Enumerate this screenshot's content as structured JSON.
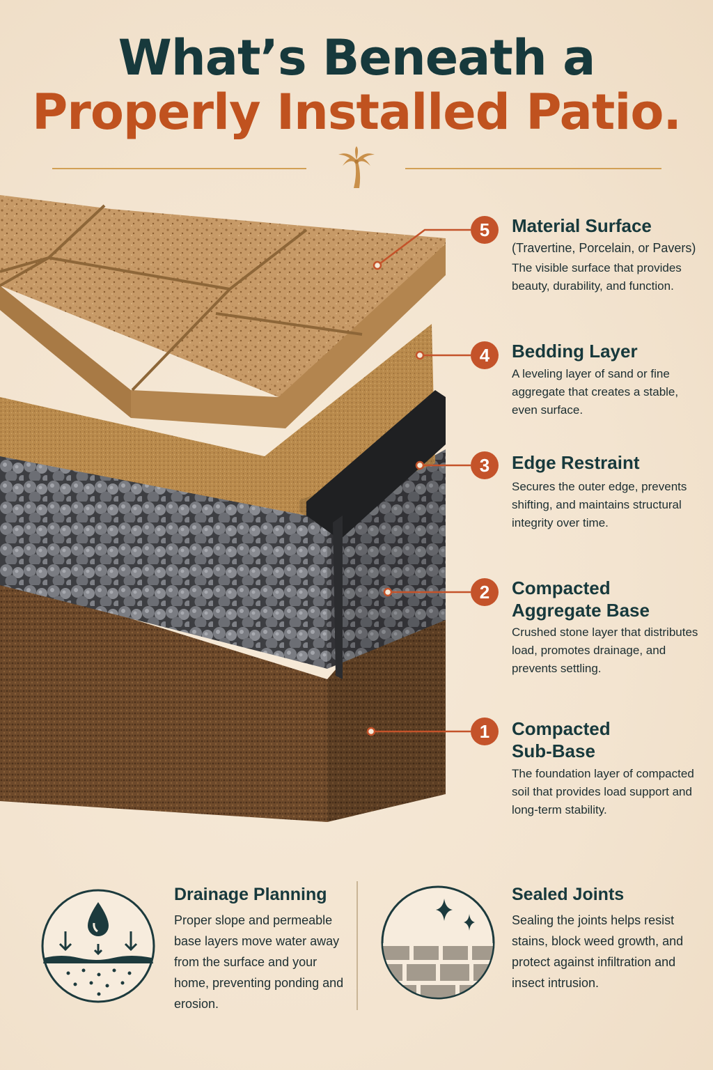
{
  "header": {
    "title_line1": "What’s Beneath a",
    "title_line2": "Properly Installed Patio."
  },
  "colors": {
    "navy": "#17393c",
    "accent": "#c0521f",
    "badge": "#c4532a",
    "gold": "#d2a055",
    "background": "#f3e4d0"
  },
  "decor": {
    "divider_icon": "palm-tree-icon"
  },
  "layers": [
    {
      "number": "5",
      "title": "Material Surface",
      "subtitle": "(Travertine, Porcelain, or Pavers)",
      "description": "The visible surface that provides beauty, durability, and function."
    },
    {
      "number": "4",
      "title": "Bedding Layer",
      "description": "A leveling layer of sand or fine aggregate that creates a stable, even surface."
    },
    {
      "number": "3",
      "title": "Edge Restraint",
      "description": "Secures the outer edge, prevents shifting, and maintains structural integrity over time."
    },
    {
      "number": "2",
      "title": "Compacted\nAggregate Base",
      "description": "Crushed stone layer that distributes load, promotes drainage, and prevents settling."
    },
    {
      "number": "1",
      "title": "Compacted\nSub-Base",
      "description": "The foundation layer of compacted soil that provides load support and long-term stability."
    }
  ],
  "features": [
    {
      "title": "Drainage Planning",
      "icon": "water-drop-icon",
      "description": "Proper slope and permeable base layers move water away from the surface and your home, preventing ponding and erosion."
    },
    {
      "title": "Sealed Joints",
      "icon": "sparkle-icon",
      "description": "Sealing the joints helps resist stains, block weed growth, and protect against infiltration and insect intrusion."
    }
  ]
}
